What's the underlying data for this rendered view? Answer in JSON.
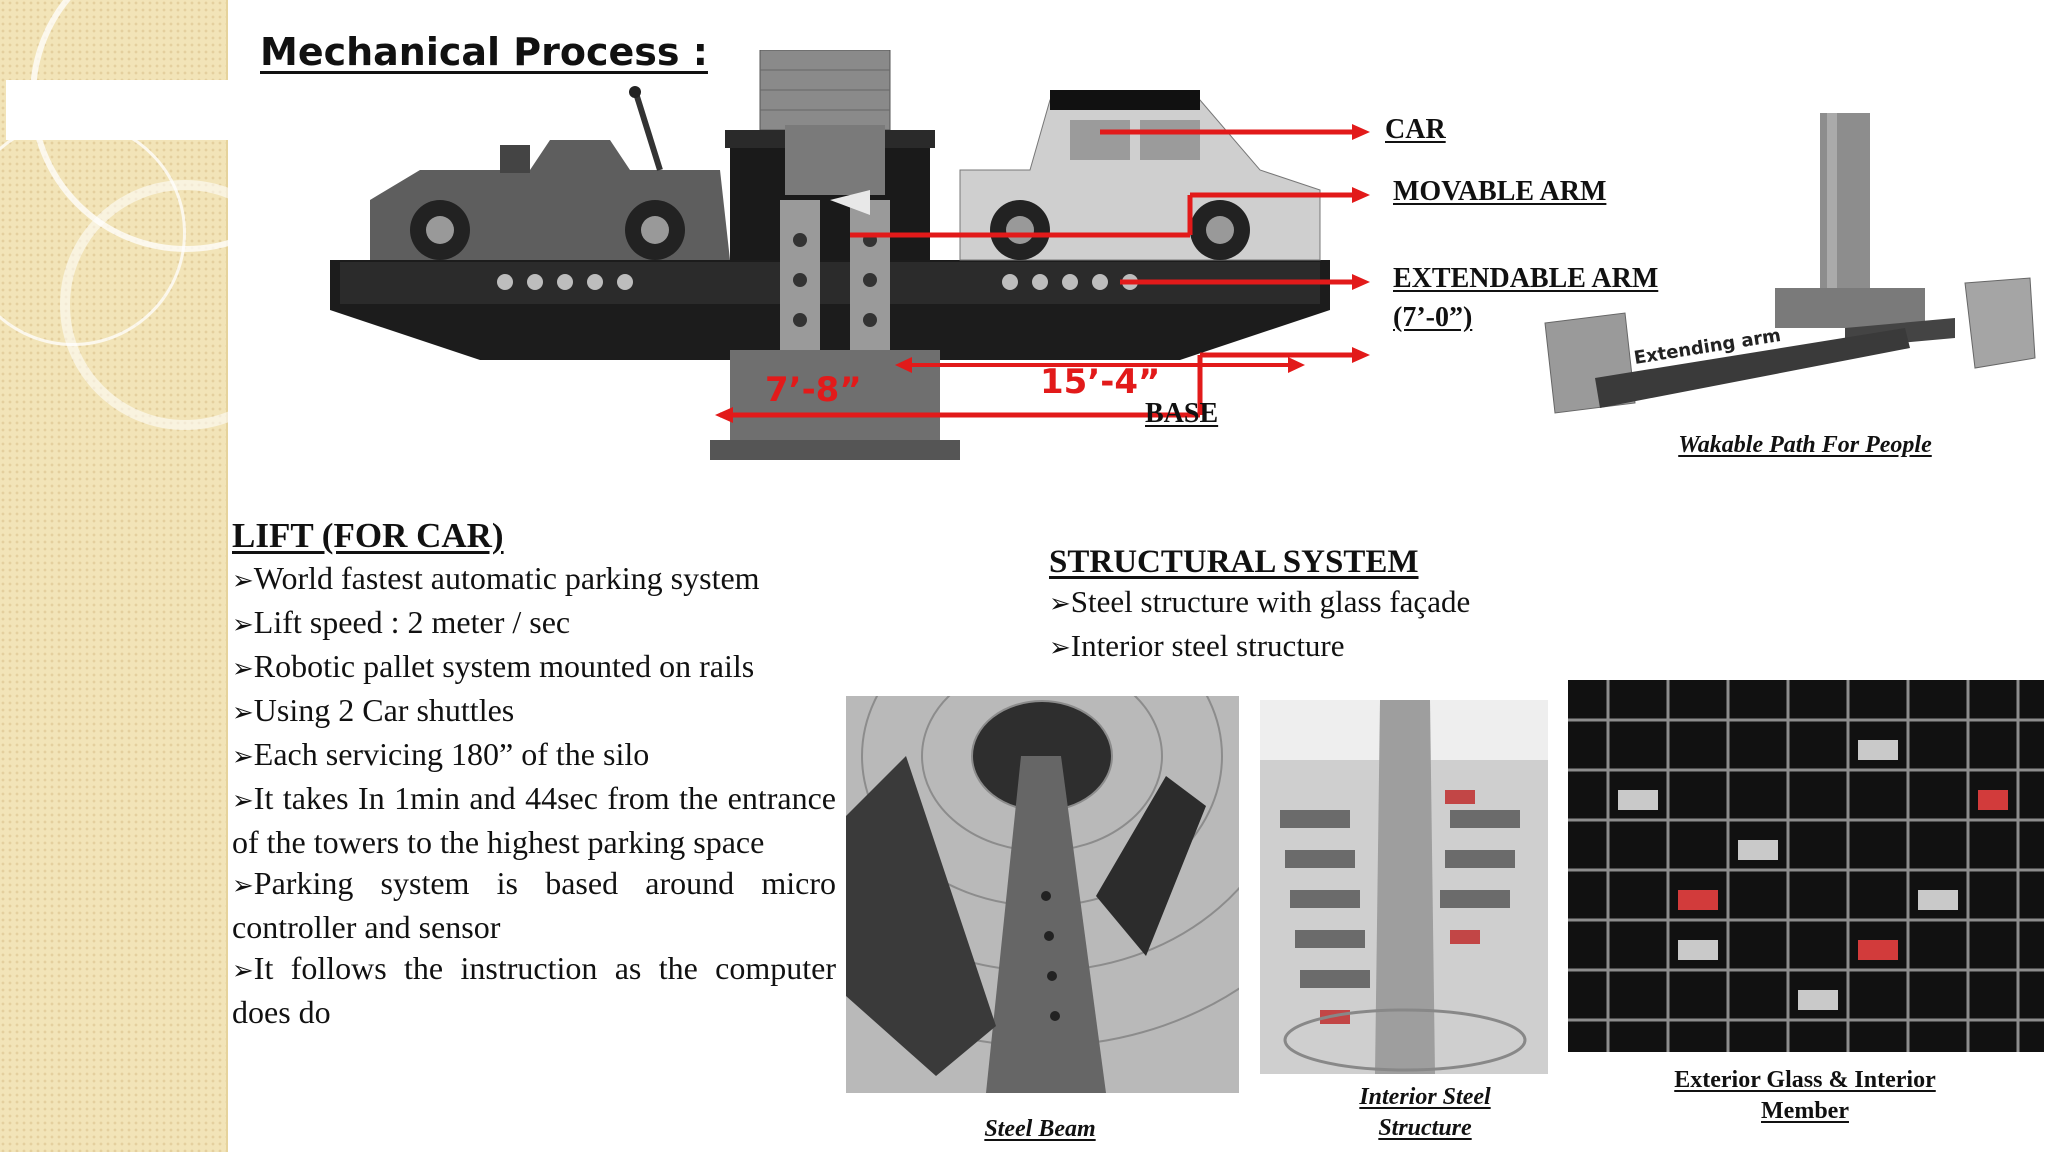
{
  "title": "Mechanical Process :",
  "diagram": {
    "labels": {
      "car": "CAR",
      "movable_arm": "MOVABLE ARM",
      "extendable_arm_line1": "EXTENDABLE ARM",
      "extendable_arm_line2": "(7’-0”)",
      "base": "BASE"
    },
    "dimensions": {
      "left": "7’-8”",
      "right": "15’-4”"
    },
    "arm_photo_text": "Extending arm",
    "arm_caption": "Wakable Path For People"
  },
  "lift": {
    "heading": "LIFT (FOR CAR)",
    "bullet_symbol": "➢",
    "items": [
      "World fastest automatic parking system",
      "Lift speed : 2 meter / sec",
      "Robotic pallet system mounted on rails",
      "Using 2 Car shuttles",
      "Each servicing 180” of the silo",
      "It takes In 1min and 44sec from the entrance of the towers to the highest parking space",
      "Parking system is based around micro controller and sensor",
      "It follows the instruction as the computer does do"
    ]
  },
  "structural": {
    "heading": "STRUCTURAL SYSTEM",
    "items": [
      "Steel structure with glass façade",
      "Interior steel structure"
    ]
  },
  "photos": {
    "steel_beam": "Steel Beam",
    "interior_line1": "Interior Steel",
    "interior_line2": "Structure",
    "exterior_line1": "Exterior Glass & Interior",
    "exterior_line2": "Member"
  },
  "colors": {
    "arrow": "#e21a1a",
    "text": "#111111",
    "band": "#f2e4b8"
  }
}
